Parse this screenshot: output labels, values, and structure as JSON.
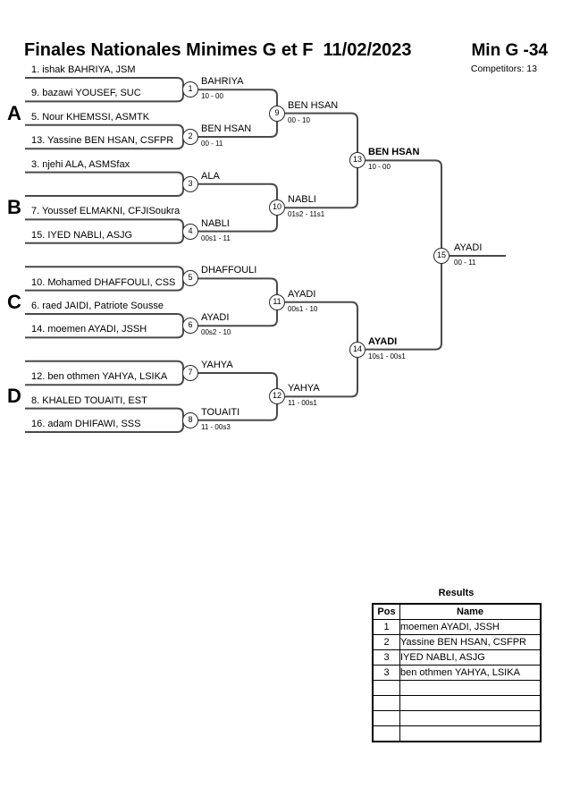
{
  "header": {
    "title": "Finales Nationales Minimes G et F  11/02/2023",
    "category": "Min G -34",
    "competitors": "Competitors: 13"
  },
  "bracket": {
    "groups": [
      "A",
      "B",
      "C",
      "D"
    ],
    "slots": [
      "1. ishak BAHRIYA, JSM",
      "9. bazawi YOUSEF, SUC",
      "5. Nour KHEMSSI, ASMTK",
      "13. Yassine BEN HSAN, CSFPR",
      "3. njehi ALA, ASMSfax",
      "",
      "7. Youssef ELMAKNI, CFJISoukra",
      "15. IYED NABLI, ASJG",
      "",
      "10. Mohamed DHAFFOULI, CSS",
      "6. raed JAIDI, Patriote Sousse",
      "14. moemen AYADI, JSSH",
      "",
      "12. ben othmen YAHYA, LSIKA",
      "8. KHALED TOUAITI, EST",
      "16. adam DHIFAWI, SSS"
    ],
    "matches": [
      {
        "n": "1",
        "winner": "BAHRIYA",
        "score": "10 - 00"
      },
      {
        "n": "2",
        "winner": "BEN HSAN",
        "score": "00 - 11"
      },
      {
        "n": "3",
        "winner": "ALA",
        "score": ""
      },
      {
        "n": "4",
        "winner": "NABLI",
        "score": "00s1 - 11"
      },
      {
        "n": "5",
        "winner": "DHAFFOULI",
        "score": ""
      },
      {
        "n": "6",
        "winner": "AYADI",
        "score": "00s2 - 10"
      },
      {
        "n": "7",
        "winner": "YAHYA",
        "score": ""
      },
      {
        "n": "8",
        "winner": "TOUAITI",
        "score": "11 - 00s3"
      },
      {
        "n": "9",
        "winner": "BEN HSAN",
        "score": "00 - 10"
      },
      {
        "n": "10",
        "winner": "NABLI",
        "score": "01s2 - 11s1"
      },
      {
        "n": "11",
        "winner": "AYADI",
        "score": "00s1 - 10"
      },
      {
        "n": "12",
        "winner": "YAHYA",
        "score": "11 - 00s1"
      },
      {
        "n": "13",
        "winner": "BEN HSAN",
        "score": "10 - 00"
      },
      {
        "n": "14",
        "winner": "AYADI",
        "score": "10s1 - 00s1"
      },
      {
        "n": "15",
        "winner": "AYADI",
        "score": "00 - 11"
      }
    ]
  },
  "results": {
    "title": "Results",
    "columns": [
      "Pos",
      "Name"
    ],
    "rows": [
      [
        "1",
        "moemen AYADI, JSSH"
      ],
      [
        "2",
        "Yassine BEN HSAN, CSFPR"
      ],
      [
        "3",
        "IYED NABLI, ASJG"
      ],
      [
        "3",
        "ben othmen YAHYA, LSIKA"
      ],
      [
        "",
        ""
      ],
      [
        "",
        ""
      ],
      [
        "",
        ""
      ],
      [
        "",
        ""
      ]
    ]
  }
}
